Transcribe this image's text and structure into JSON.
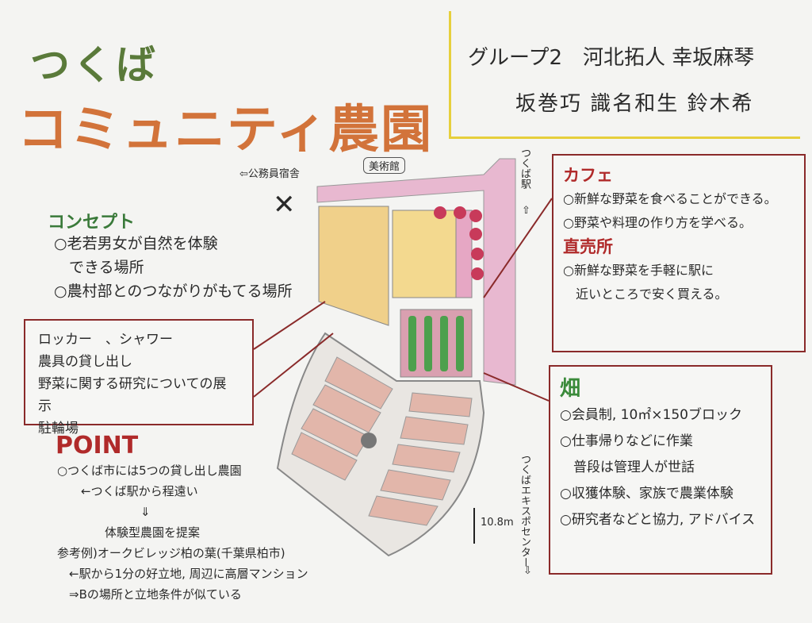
{
  "title": {
    "line1": "つくば",
    "line2": "コミュニティ農園"
  },
  "group": {
    "line1": "グループ2　河北拓人 幸坂麻琴",
    "line2": "坂巻巧 識名和生 鈴木希"
  },
  "map_labels": {
    "dorm": "⇦公務員宿舎",
    "museum": "美術館",
    "station": "つくば駅",
    "expo": "つくばエキスポセンター",
    "scale": "10.8m"
  },
  "concept": {
    "heading": "コンセプト",
    "items": [
      "○老若男女が自然を体験",
      "　できる場所",
      "○農村部とのつながりがもてる場所"
    ]
  },
  "facilities": [
    "ロッカー　、シャワー",
    "農具の貸し出し",
    "野菜に関する研究についての展示",
    "駐輪場"
  ],
  "point": {
    "heading": "POINT",
    "lines": [
      "○つくば市には5つの貸し出し農園",
      "　　←つくば駅から程遠い",
      "　　　　　　　⇓",
      "　　　　体験型農園を提案",
      "参考例)オークビレッジ柏の葉(千葉県柏市)",
      "　←駅から1分の好立地, 周辺に高層マンション",
      "　⇒Bの場所と立地条件が似ている"
    ]
  },
  "cafe": {
    "heading": "カフェ",
    "items": [
      "○新鮮な野菜を食べることができる。",
      "○野菜や料理の作り方を学べる。"
    ]
  },
  "shop": {
    "heading": "直売所",
    "items": [
      "○新鮮な野菜を手軽に駅に",
      "　近いところで安く買える。"
    ]
  },
  "farm": {
    "heading": "畑",
    "items": [
      "○会員制, 10㎡×150ブロック",
      "○仕事帰りなどに作業",
      "　普段は管理人が世話",
      "○収獲体験、家族で農業体験",
      "○研究者などと協力, アドバイス"
    ]
  }
}
